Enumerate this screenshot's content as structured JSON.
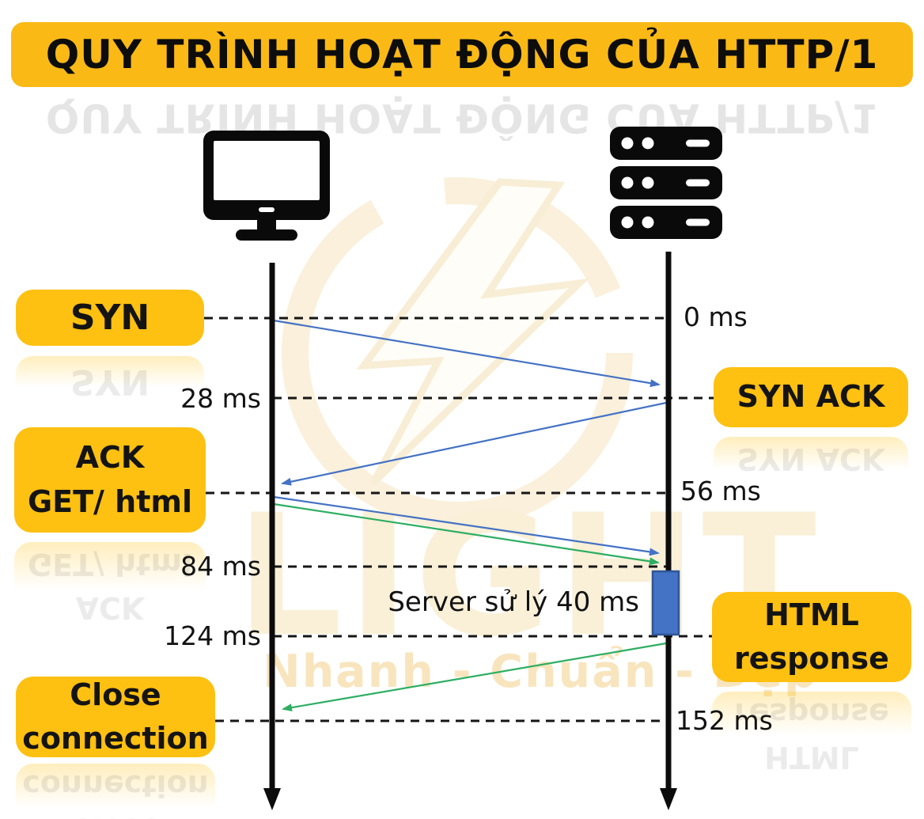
{
  "title": {
    "text": "QUY TRÌNH HOẠT ĐỘNG CỦA HTTP/1"
  },
  "actors": {
    "client_icon": "desktop-computer-icon",
    "server_icon": "server-rack-icon"
  },
  "messages": {
    "syn": {
      "text": "SYN"
    },
    "syn_ack": {
      "text": "SYN ACK"
    },
    "ack_get": {
      "line1": "ACK",
      "line2": "GET/ html"
    },
    "html_response": {
      "line1": "HTML",
      "line2": "response"
    },
    "close_connection": {
      "line1": "Close",
      "line2": "connection"
    }
  },
  "timeline": {
    "t0": "0 ms",
    "t28": "28 ms",
    "t56": "56 ms",
    "t84": "84 ms",
    "t124": "124 ms",
    "t152": "152 ms"
  },
  "processing": {
    "label": "Server sử lý 40 ms"
  },
  "watermark": {
    "brand": "LIGHT",
    "slogan": "Nhanh - Chuẩn - Đẹp"
  },
  "colors": {
    "title_bg": "#FBB916",
    "label_bg": "#FEC011",
    "arrow_blue": "#4472C4",
    "arrow_green": "#2EAE62",
    "processing_fill": "#4472C4",
    "processing_border": "#2F5597",
    "watermark_cream": "#FAF0D8",
    "watermark_slogan": "#F8E5BE"
  }
}
